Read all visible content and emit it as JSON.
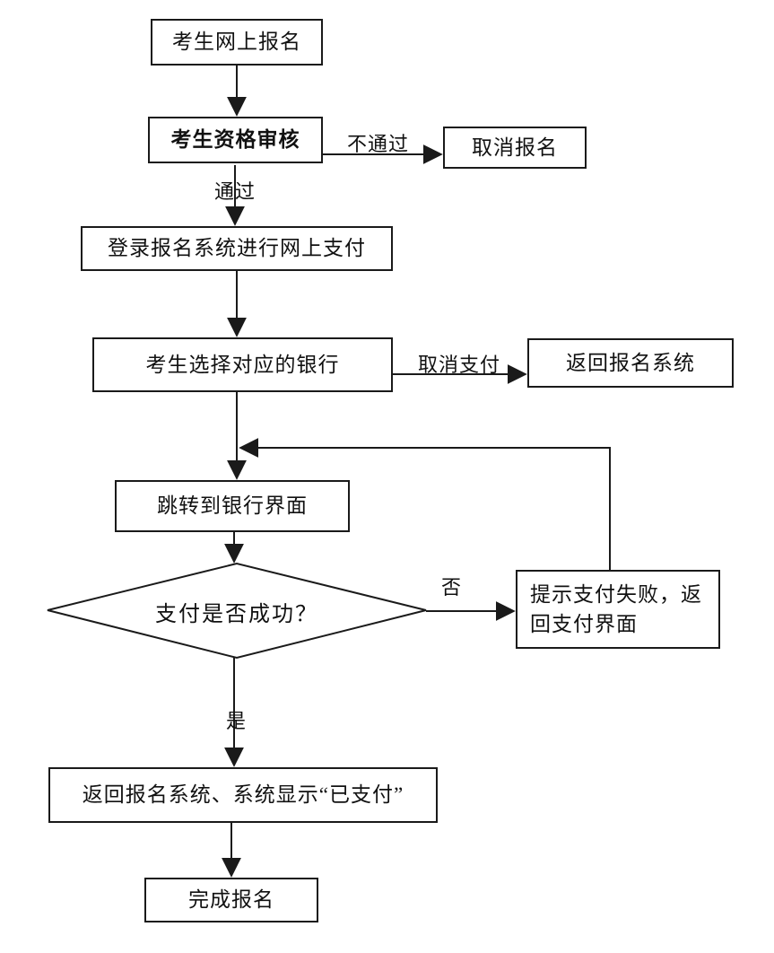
{
  "flowchart": {
    "title_implicit": "",
    "colors": {
      "line": "#1a1a1a",
      "background": "#ffffff",
      "text": "#111111"
    },
    "nodes": {
      "register": {
        "label": "考生网上报名",
        "type": "process"
      },
      "review": {
        "label": "考生资格审核",
        "type": "process"
      },
      "cancel_registration": {
        "label": "取消报名",
        "type": "process"
      },
      "login_pay": {
        "label": "登录报名系统进行网上支付",
        "type": "process"
      },
      "choose_bank": {
        "label": "考生选择对应的银行",
        "type": "process"
      },
      "return_system": {
        "label": "返回报名系统",
        "type": "process"
      },
      "bank_page": {
        "label": "跳转到银行界面",
        "type": "process"
      },
      "pay_success": {
        "label": "支付是否成功？",
        "type": "decision"
      },
      "pay_failed": {
        "label": "提示支付失败，返回支付界面",
        "type": "process"
      },
      "return_paid": {
        "label": "返回报名系统、系统显示“已支付”",
        "type": "process"
      },
      "complete": {
        "label": "完成报名",
        "type": "process"
      }
    },
    "edges": [
      {
        "from": "register",
        "to": "review",
        "label": ""
      },
      {
        "from": "review",
        "to": "cancel_registration",
        "label": "不通过"
      },
      {
        "from": "review",
        "to": "login_pay",
        "label": "通过"
      },
      {
        "from": "login_pay",
        "to": "choose_bank",
        "label": ""
      },
      {
        "from": "choose_bank",
        "to": "return_system",
        "label": "取消支付"
      },
      {
        "from": "choose_bank",
        "to": "bank_page",
        "label": ""
      },
      {
        "from": "bank_page",
        "to": "pay_success",
        "label": ""
      },
      {
        "from": "pay_success",
        "to": "pay_failed",
        "label": "否"
      },
      {
        "from": "pay_success",
        "to": "return_paid",
        "label": "是"
      },
      {
        "from": "pay_failed",
        "to": "bank_page",
        "label": ""
      },
      {
        "from": "return_paid",
        "to": "complete",
        "label": ""
      }
    ]
  }
}
